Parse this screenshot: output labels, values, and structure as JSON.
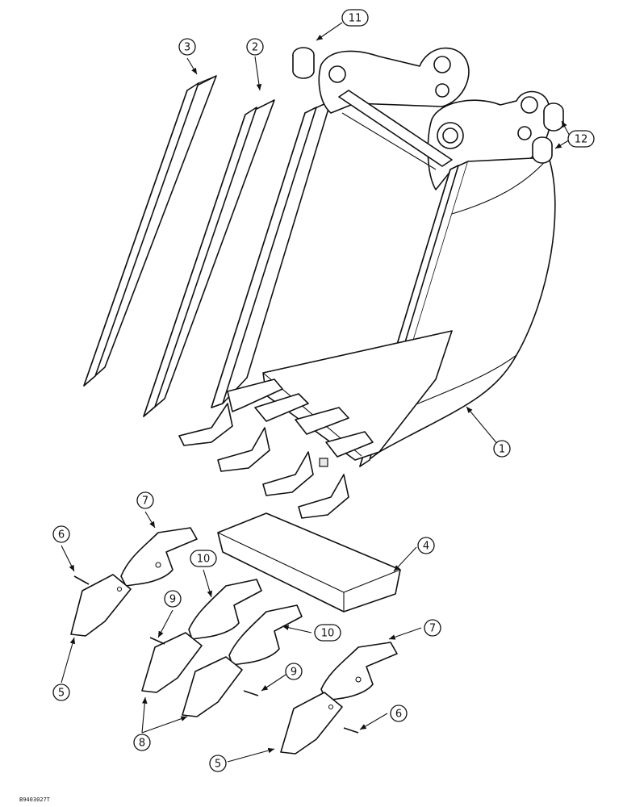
{
  "figure_id": "B9403027T",
  "callouts": [
    "1",
    "2",
    "3",
    "4",
    "5",
    "5",
    "6",
    "6",
    "7",
    "7",
    "8",
    "9",
    "9",
    "10",
    "10",
    "11",
    "12"
  ],
  "colors": {
    "line": "#111111",
    "paper": "#ffffff"
  }
}
